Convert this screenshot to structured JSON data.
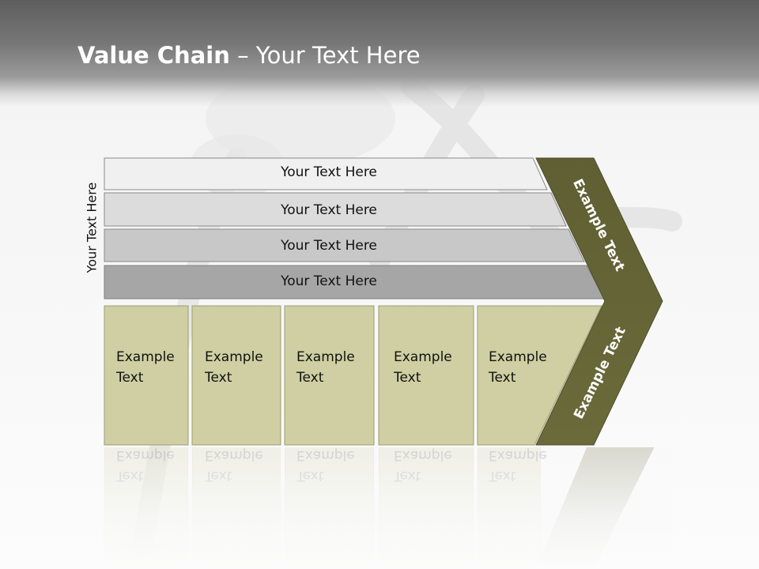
{
  "slide": {
    "title_bold": "Value Chain",
    "title_rest": " – Your Text Here",
    "side_label": "Your Text Here",
    "bars": [
      {
        "label": "Your Text Here"
      },
      {
        "label": "Your Text Here"
      },
      {
        "label": "Your Text Here"
      },
      {
        "label": "Your Text Here"
      }
    ],
    "boxes": [
      {
        "line1": "Example",
        "line2": "Text"
      },
      {
        "line1": "Example",
        "line2": "Text"
      },
      {
        "line1": "Example",
        "line2": "Text"
      },
      {
        "line1": "Example",
        "line2": "Text"
      },
      {
        "line1": "Example",
        "line2": "Text"
      }
    ],
    "chevron_top_label": "Example Text",
    "chevron_bottom_label": "Example Text"
  },
  "colors": {
    "header": "#6e6e6e",
    "bar_fills": [
      "#f0f0f0",
      "#dcdcdc",
      "#c8c8c8",
      "#a6a6a6"
    ],
    "box_fill": "#cfcfa3",
    "chevron_fill": "#626234"
  }
}
